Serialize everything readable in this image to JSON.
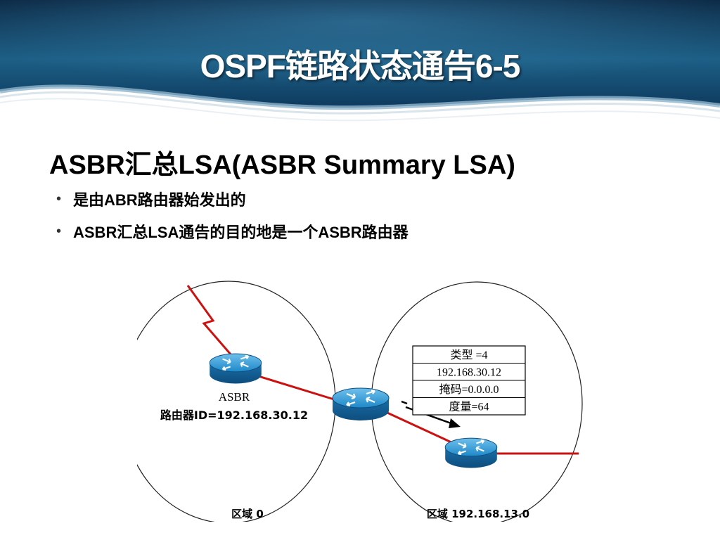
{
  "slide": {
    "title": "OSPF链路状态通告6-5",
    "subtitle": "ASBR汇总LSA(ASBR Summary LSA)",
    "bullets": [
      "是由ABR路由器始发出的",
      "ASBR汇总LSA通告的目的地是一个ASBR路由器"
    ]
  },
  "diagram": {
    "asbr_name": "ASBR",
    "asbr_id": "路由器ID=192.168.30.12",
    "area0_label": "区域 0",
    "area_other_label": "区域 192.168.13.0",
    "lsa_fields": [
      "类型 =4",
      "192.168.30.12",
      "掩码=0.0.0.0",
      "度量=64"
    ]
  },
  "colors": {
    "header_dark": "#0b2a45",
    "header_mid": "#1d5f86",
    "link_red": "#cc1111",
    "router_blue": "#1e88c8"
  },
  "icons": [
    "router-icon",
    "arrow-icon",
    "wan-lightning-link"
  ]
}
